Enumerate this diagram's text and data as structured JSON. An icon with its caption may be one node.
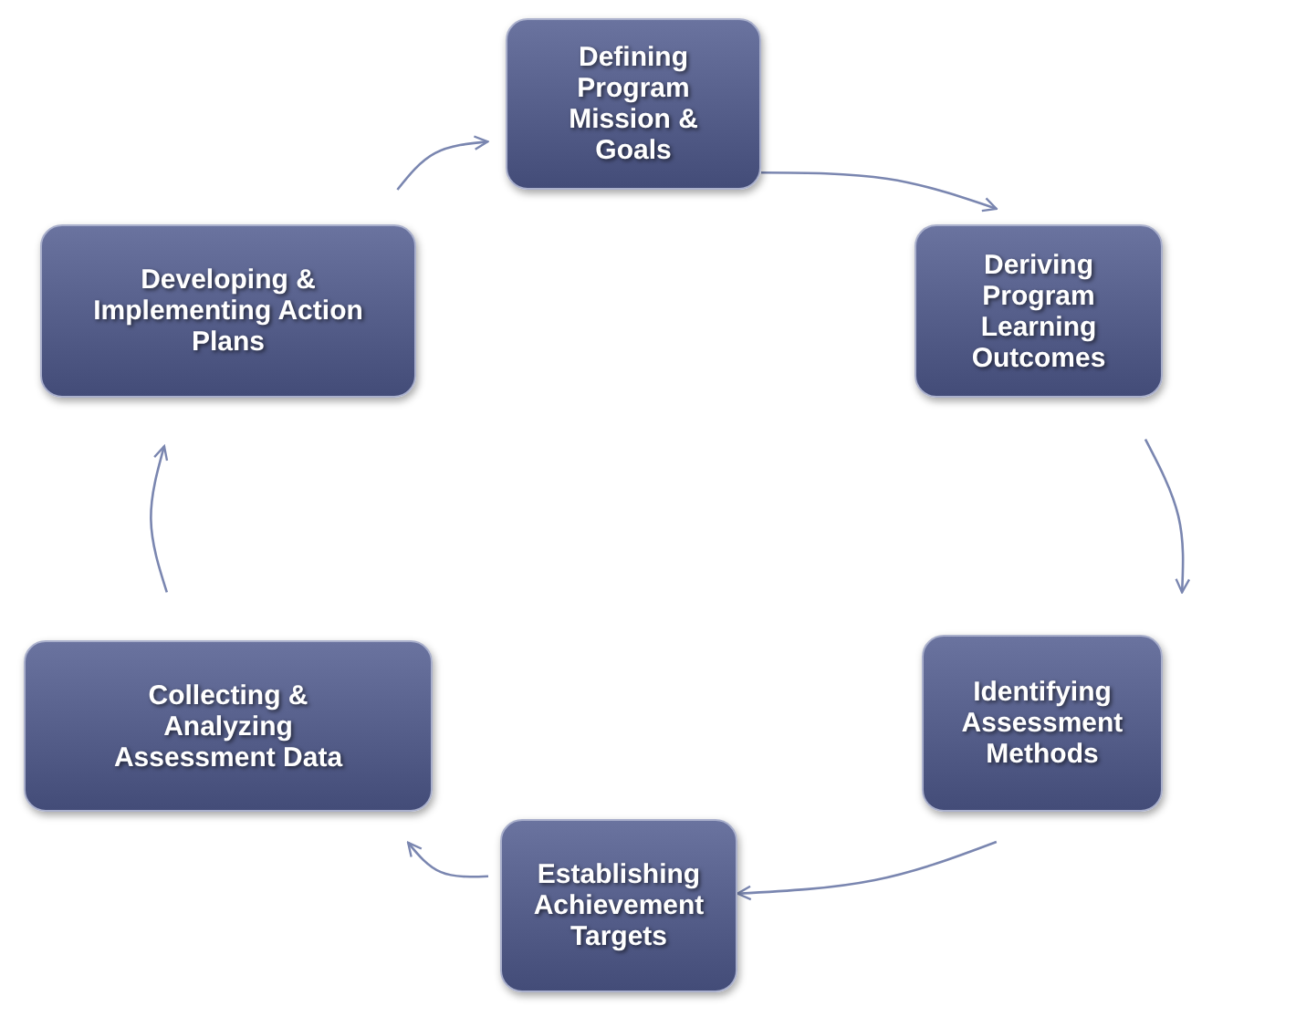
{
  "diagram": {
    "nodes": [
      {
        "text": [
          "Defining Program Mission & Goals"
        ]
      },
      {
        "text": [
          "Deriving Program Learning Outcomes"
        ]
      },
      {
        "text": [
          "Identifying Assessment Methods"
        ]
      },
      {
        "text": [
          "Establishing Achievement Targets"
        ]
      },
      {
        "text": [
          "Collecting & Analyzing Assessment Data"
        ]
      },
      {
        "text": [
          "Developing & Implementing Action Plans"
        ]
      }
    ],
    "edges": [
      {
        "from": 0,
        "to": 1,
        "arrow": "to"
      },
      {
        "from": 1,
        "to": 2,
        "arrow": "to"
      },
      {
        "from": 2,
        "to": 3,
        "arrow": "to"
      },
      {
        "from": 3,
        "to": 4,
        "arrow": "to"
      },
      {
        "from": 4,
        "to": 5,
        "arrow": "to"
      },
      {
        "from": 5,
        "to": 0,
        "arrow": "to"
      }
    ]
  }
}
